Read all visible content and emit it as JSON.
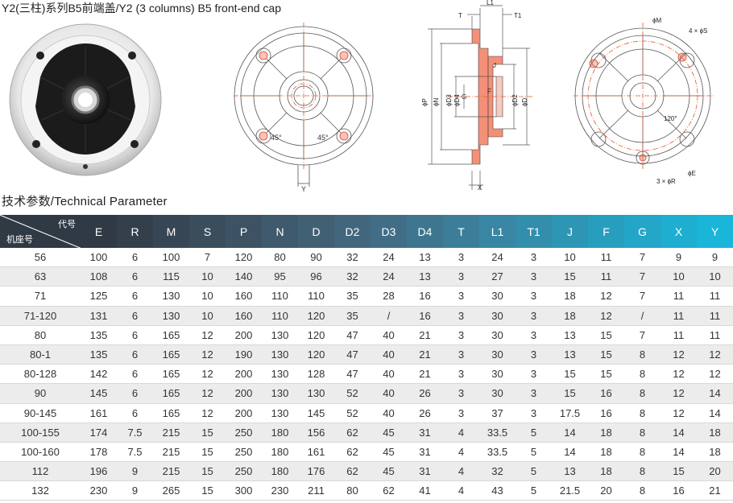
{
  "title": "Y2(三柱)系列B5前端盖/Y2 (3 columns) B5 front-end cap",
  "section_title": "技术参数/Technical Parameter",
  "drawing_labels": {
    "front": {
      "angle_left": "45°",
      "angle_right": "45°",
      "dim_y": "Y"
    },
    "side": {
      "L1": "L1",
      "T": "T",
      "T1": "T1",
      "P": "ϕP",
      "N": "ϕN",
      "D3": "ϕD3",
      "D4": "ϕD4",
      "G": "G",
      "F": "F",
      "J": "J",
      "D2": "ϕD2",
      "D": "ϕD",
      "X": "X"
    },
    "rear": {
      "M": "ϕM",
      "S": "4 × ϕS",
      "angle": "120°",
      "E": "ϕE",
      "R": "3 × ϕR"
    }
  },
  "table": {
    "corner_top": "代号",
    "corner_bottom": "机座号",
    "columns": [
      "E",
      "R",
      "M",
      "S",
      "P",
      "N",
      "D",
      "D2",
      "D3",
      "D4",
      "T",
      "L1",
      "T1",
      "J",
      "F",
      "G",
      "X",
      "Y"
    ],
    "header_colors": [
      "#2f3a45",
      "#33404c",
      "#364654",
      "#3a4d5c",
      "#3d5364",
      "#3f596d",
      "#416074",
      "#42677d",
      "#416e86",
      "#3f768f",
      "#3c7e99",
      "#3886a3",
      "#338eab",
      "#2d96b5",
      "#289ebe",
      "#23a6c7",
      "#1eaed0",
      "#19b6da"
    ],
    "rows": [
      {
        "model": "56",
        "values": [
          "100",
          "6",
          "100",
          "7",
          "120",
          "80",
          "90",
          "32",
          "24",
          "13",
          "3",
          "24",
          "3",
          "10",
          "11",
          "7",
          "9",
          "9"
        ]
      },
      {
        "model": "63",
        "values": [
          "108",
          "6",
          "115",
          "10",
          "140",
          "95",
          "96",
          "32",
          "24",
          "13",
          "3",
          "27",
          "3",
          "15",
          "11",
          "7",
          "10",
          "10"
        ]
      },
      {
        "model": "71",
        "values": [
          "125",
          "6",
          "130",
          "10",
          "160",
          "110",
          "110",
          "35",
          "28",
          "16",
          "3",
          "30",
          "3",
          "18",
          "12",
          "7",
          "11",
          "11"
        ]
      },
      {
        "model": "71-120",
        "values": [
          "131",
          "6",
          "130",
          "10",
          "160",
          "110",
          "120",
          "35",
          "/",
          "16",
          "3",
          "30",
          "3",
          "18",
          "12",
          "/",
          "11",
          "11"
        ]
      },
      {
        "model": "80",
        "values": [
          "135",
          "6",
          "165",
          "12",
          "200",
          "130",
          "120",
          "47",
          "40",
          "21",
          "3",
          "30",
          "3",
          "13",
          "15",
          "7",
          "11",
          "11"
        ]
      },
      {
        "model": "80-1",
        "values": [
          "135",
          "6",
          "165",
          "12",
          "190",
          "130",
          "120",
          "47",
          "40",
          "21",
          "3",
          "30",
          "3",
          "13",
          "15",
          "8",
          "12",
          "12"
        ]
      },
      {
        "model": "80-128",
        "values": [
          "142",
          "6",
          "165",
          "12",
          "200",
          "130",
          "128",
          "47",
          "40",
          "21",
          "3",
          "30",
          "3",
          "15",
          "15",
          "8",
          "12",
          "12"
        ]
      },
      {
        "model": "90",
        "values": [
          "145",
          "6",
          "165",
          "12",
          "200",
          "130",
          "130",
          "52",
          "40",
          "26",
          "3",
          "30",
          "3",
          "15",
          "16",
          "8",
          "12",
          "14"
        ]
      },
      {
        "model": "90-145",
        "values": [
          "161",
          "6",
          "165",
          "12",
          "200",
          "130",
          "145",
          "52",
          "40",
          "26",
          "3",
          "37",
          "3",
          "17.5",
          "16",
          "8",
          "12",
          "14"
        ]
      },
      {
        "model": "100-155",
        "values": [
          "174",
          "7.5",
          "215",
          "15",
          "250",
          "180",
          "156",
          "62",
          "45",
          "31",
          "4",
          "33.5",
          "5",
          "14",
          "18",
          "8",
          "14",
          "18"
        ]
      },
      {
        "model": "100-160",
        "values": [
          "178",
          "7.5",
          "215",
          "15",
          "250",
          "180",
          "161",
          "62",
          "45",
          "31",
          "4",
          "33.5",
          "5",
          "14",
          "18",
          "8",
          "14",
          "18"
        ]
      },
      {
        "model": "112",
        "values": [
          "196",
          "9",
          "215",
          "15",
          "250",
          "180",
          "176",
          "62",
          "45",
          "31",
          "4",
          "32",
          "5",
          "13",
          "18",
          "8",
          "15",
          "20"
        ]
      },
      {
        "model": "132",
        "values": [
          "230",
          "9",
          "265",
          "15",
          "300",
          "230",
          "211",
          "80",
          "62",
          "41",
          "4",
          "43",
          "5",
          "21.5",
          "20",
          "8",
          "16",
          "21"
        ]
      }
    ]
  }
}
